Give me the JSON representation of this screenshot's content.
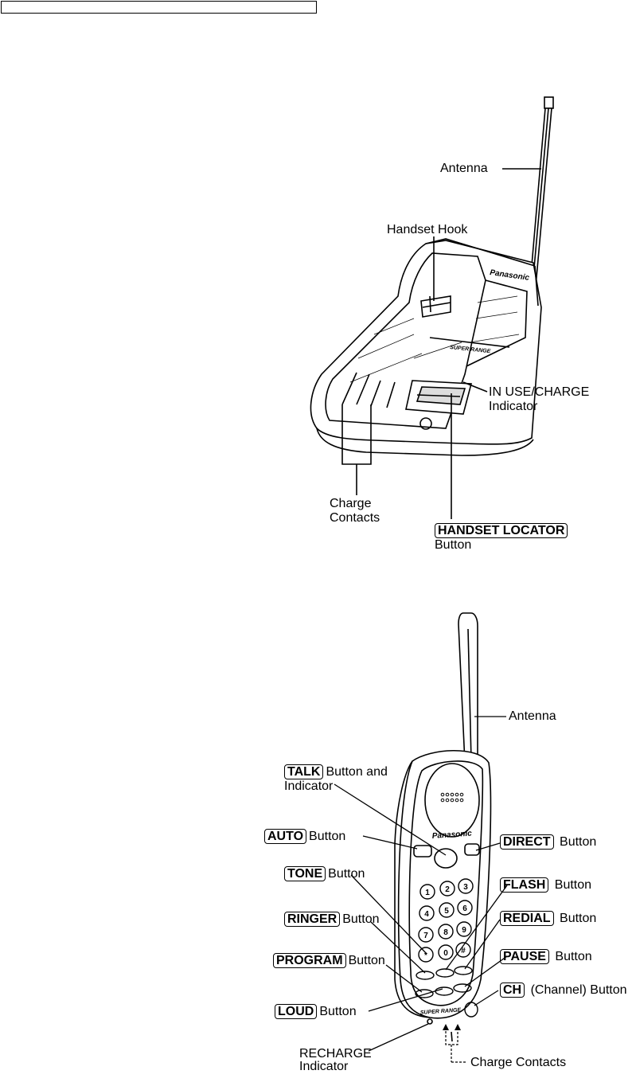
{
  "base_unit": {
    "antenna": "Antenna",
    "handset_hook": "Handset Hook",
    "brand": "Panasonic",
    "super_range": "SUPER RANGE",
    "in_use_charge_line1": "IN USE/CHARGE",
    "in_use_charge_line2": "Indicator",
    "charge_contacts_line1": "Charge",
    "charge_contacts_line2": "Contacts",
    "handset_locator_key": "HANDSET LOCATOR",
    "handset_locator_suffix": "Button"
  },
  "handset": {
    "antenna": "Antenna",
    "brand": "Panasonic",
    "super_range": "SUPER RANGE",
    "talk_key": "TALK",
    "talk_suffix": "Button and",
    "talk_line2": "Indicator",
    "auto_key": "AUTO",
    "auto_suffix": "Button",
    "tone_key": "TONE",
    "tone_suffix": "Button",
    "ringer_key": "RINGER",
    "ringer_suffix": "Button",
    "program_key": "PROGRAM",
    "program_suffix": "Button",
    "loud_key": "LOUD",
    "loud_suffix": "Button",
    "recharge_line1": "RECHARGE",
    "recharge_line2": "Indicator",
    "direct_key": "DIRECT",
    "direct_suffix": "Button",
    "flash_key": "FLASH",
    "flash_suffix": "Button",
    "redial_key": "REDIAL",
    "redial_suffix": "Button",
    "pause_key": "PAUSE",
    "pause_suffix": "Button",
    "ch_key": "CH",
    "ch_suffix": "(Channel) Button",
    "charge_contacts": "Charge Contacts"
  }
}
